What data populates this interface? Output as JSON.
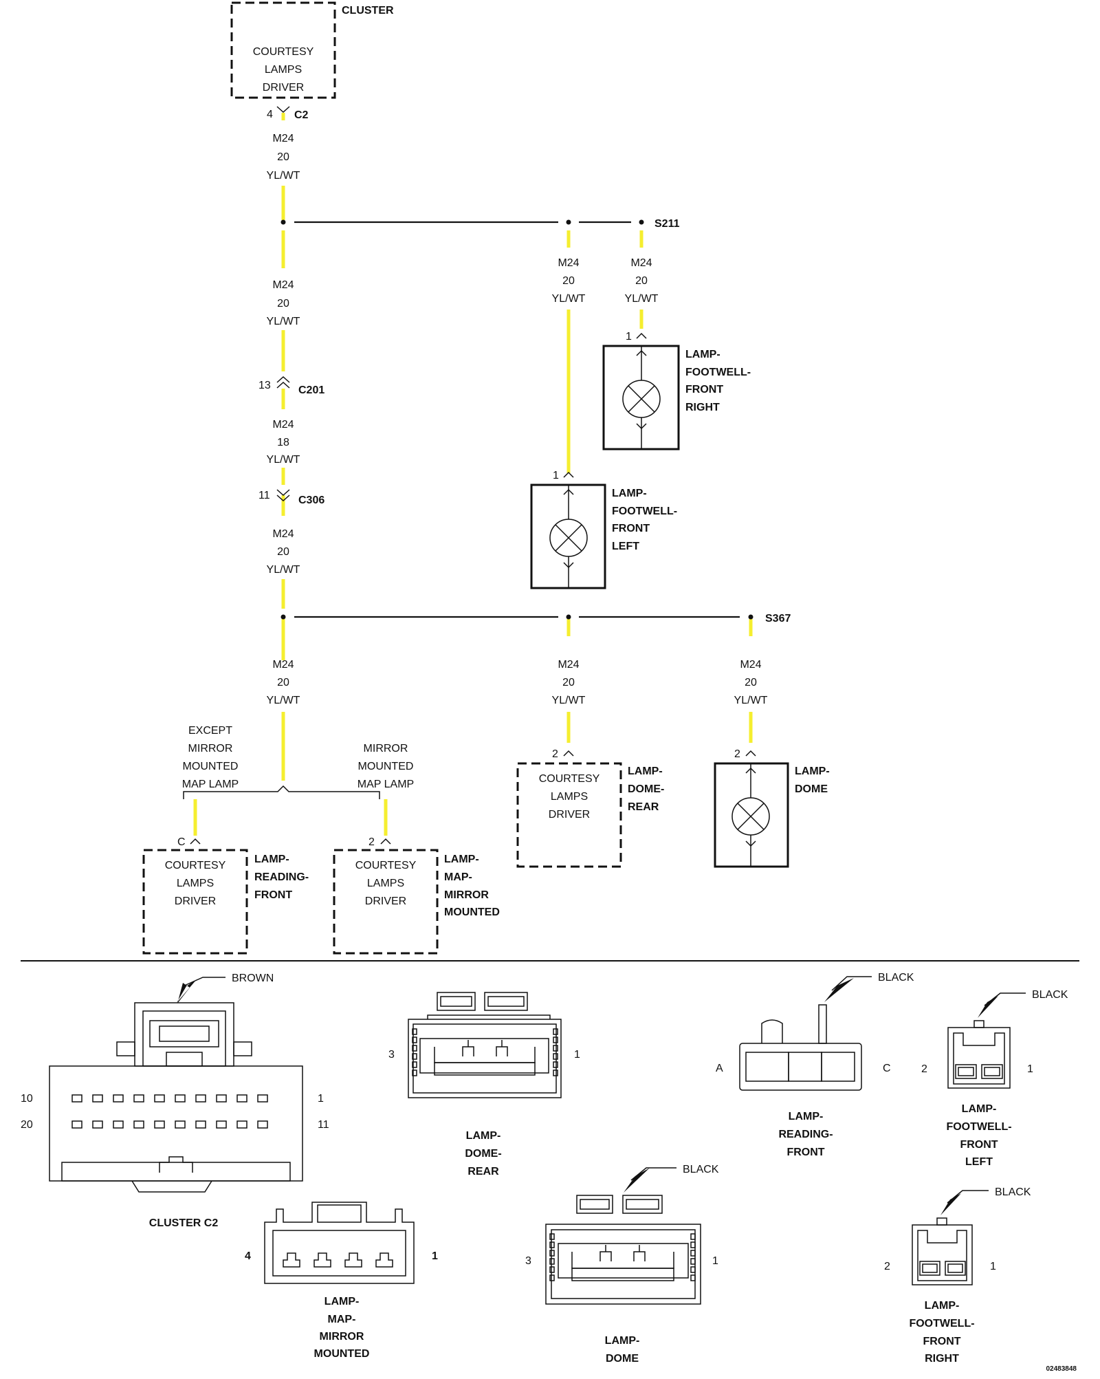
{
  "top": {
    "cluster_label": "CLUSTER",
    "cluster_driver": [
      "COURTESY",
      "LAMPS",
      "DRIVER"
    ],
    "c2_pin": "4",
    "c2_label": "C2"
  },
  "wire_20": [
    "M24",
    "20",
    "YL/WT"
  ],
  "wire_18": [
    "M24",
    "18",
    "YL/WT"
  ],
  "splices": {
    "s211": "S211",
    "s367": "S367"
  },
  "connectors": {
    "c201_pin": "13",
    "c201": "C201",
    "c306_pin": "11",
    "c306": "C306"
  },
  "lamps": {
    "footwell_right": {
      "pin": "1",
      "label": [
        "LAMP-",
        "FOOTWELL-",
        "FRONT",
        "RIGHT"
      ]
    },
    "footwell_left": {
      "pin": "1",
      "label": [
        "LAMP-",
        "FOOTWELL-",
        "FRONT",
        "LEFT"
      ]
    },
    "dome_rear": {
      "pin": "2",
      "driver": [
        "COURTESY",
        "LAMPS",
        "DRIVER"
      ],
      "label": [
        "LAMP-",
        "DOME-",
        "REAR"
      ]
    },
    "dome": {
      "pin": "2",
      "label": [
        "LAMP-",
        "DOME"
      ]
    },
    "reading_front": {
      "pin": "C",
      "driver": [
        "COURTESY",
        "LAMPS",
        "DRIVER"
      ],
      "label": [
        "LAMP-",
        "READING-",
        "FRONT"
      ]
    },
    "map_mirror": {
      "pin": "2",
      "driver": [
        "COURTESY",
        "LAMPS",
        "DRIVER"
      ],
      "label": [
        "LAMP-",
        "MAP-",
        "MIRROR",
        "MOUNTED"
      ]
    }
  },
  "options": {
    "except": [
      "EXCEPT",
      "MIRROR",
      "MOUNTED",
      "MAP LAMP"
    ],
    "mirror": [
      "MIRROR",
      "MOUNTED",
      "MAP LAMP"
    ]
  },
  "views": {
    "cluster_c2": {
      "color": "BROWN",
      "pins": [
        "10",
        "1",
        "20",
        "11"
      ],
      "name": "CLUSTER C2"
    },
    "dome_rear": {
      "pins": [
        "3",
        "1"
      ],
      "name": [
        "LAMP-",
        "DOME-",
        "REAR"
      ]
    },
    "reading_front": {
      "color": "BLACK",
      "pins": [
        "A",
        "C"
      ],
      "name": [
        "LAMP-",
        "READING-",
        "FRONT"
      ]
    },
    "footwell_left": {
      "color": "BLACK",
      "pins": [
        "2",
        "1"
      ],
      "name": [
        "LAMP-",
        "FOOTWELL-",
        "FRONT",
        "LEFT"
      ]
    },
    "map_mirror": {
      "pins": [
        "4",
        "1"
      ],
      "name": [
        "LAMP-",
        "MAP-",
        "MIRROR",
        "MOUNTED"
      ]
    },
    "dome": {
      "color": "BLACK",
      "pins": [
        "3",
        "1"
      ],
      "name": [
        "LAMP-",
        "DOME"
      ]
    },
    "footwell_right": {
      "color": "BLACK",
      "pins": [
        "2",
        "1"
      ],
      "name": [
        "LAMP-",
        "FOOTWELL-",
        "FRONT",
        "RIGHT"
      ]
    }
  },
  "figure_id": "02483848"
}
